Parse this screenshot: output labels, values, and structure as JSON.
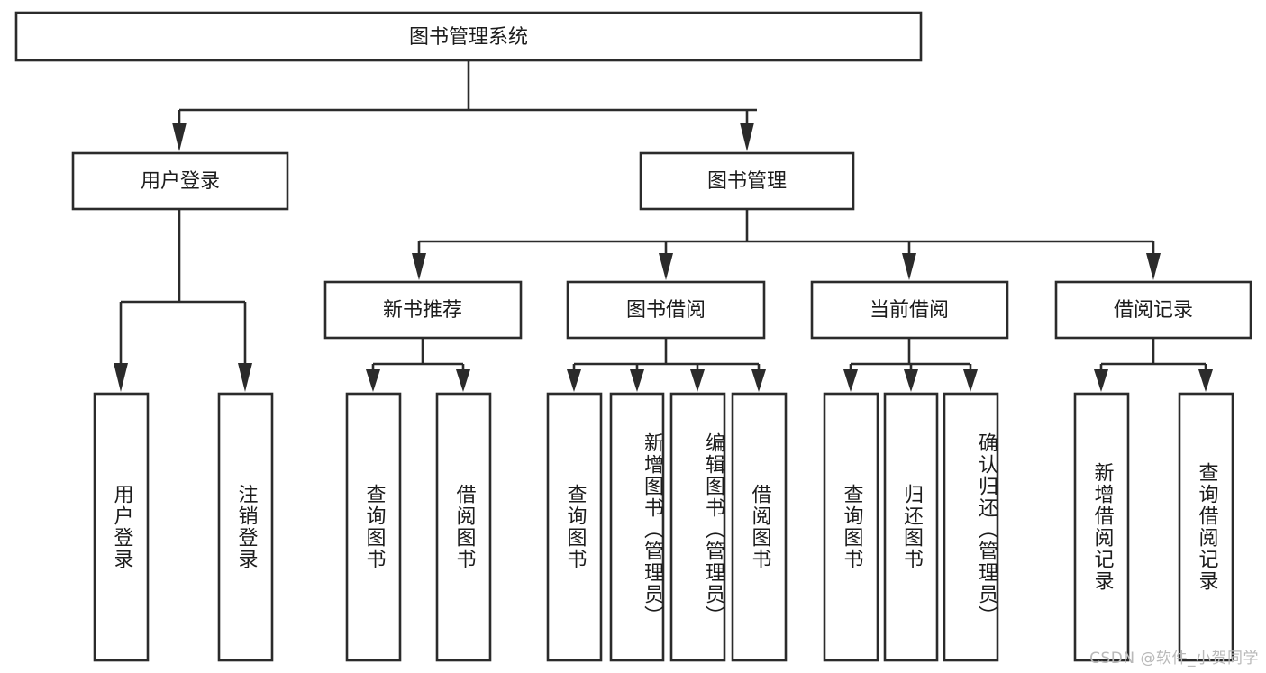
{
  "diagram": {
    "title": "图书管理系统",
    "type": "hierarchy-tree",
    "watermark": "CSDN @软件_小贺同学",
    "root": {
      "id": "root",
      "label": "图书管理系统",
      "level": 0
    },
    "level2": [
      {
        "id": "user-login",
        "label": "用户登录",
        "level": 1
      },
      {
        "id": "book-manage",
        "label": "图书管理",
        "level": 1
      }
    ],
    "level3": [
      {
        "id": "new-book-rec",
        "label": "新书推荐",
        "level": 2,
        "parent": "book-manage"
      },
      {
        "id": "book-borrow",
        "label": "图书借阅",
        "level": 2,
        "parent": "book-manage"
      },
      {
        "id": "current-borrow",
        "label": "当前借阅",
        "level": 2,
        "parent": "book-manage"
      },
      {
        "id": "borrow-record",
        "label": "借阅记录",
        "level": 2,
        "parent": "book-manage"
      }
    ],
    "leaves": [
      {
        "id": "leaf-user-login",
        "label": "用户登录",
        "parent": "user-login"
      },
      {
        "id": "leaf-logout-login",
        "label": "注销登录",
        "parent": "user-login"
      },
      {
        "id": "leaf-query-book-1",
        "label": "查询图书",
        "parent": "new-book-rec"
      },
      {
        "id": "leaf-borrow-book-1",
        "label": "借阅图书",
        "parent": "new-book-rec"
      },
      {
        "id": "leaf-query-book-2",
        "label": "查询图书",
        "parent": "book-borrow"
      },
      {
        "id": "leaf-add-book",
        "label": "新增图书（管理员）",
        "parent": "book-borrow"
      },
      {
        "id": "leaf-edit-book",
        "label": "编辑图书（管理员）",
        "parent": "book-borrow"
      },
      {
        "id": "leaf-borrow-book-2",
        "label": "借阅图书",
        "parent": "book-borrow"
      },
      {
        "id": "leaf-query-book-3",
        "label": "查询图书",
        "parent": "current-borrow"
      },
      {
        "id": "leaf-return-book",
        "label": "归还图书",
        "parent": "current-borrow"
      },
      {
        "id": "leaf-confirm-return",
        "label": "确认归还（管理员）",
        "parent": "current-borrow"
      },
      {
        "id": "leaf-add-record",
        "label": "新增借阅记录",
        "parent": "borrow-record"
      },
      {
        "id": "leaf-query-record",
        "label": "查询借阅记录",
        "parent": "borrow-record"
      }
    ],
    "colors": {
      "stroke": "#2b2b2b",
      "fill": "#ffffff",
      "text": "#1c1c1c",
      "watermark": "#b9b9b9"
    }
  }
}
